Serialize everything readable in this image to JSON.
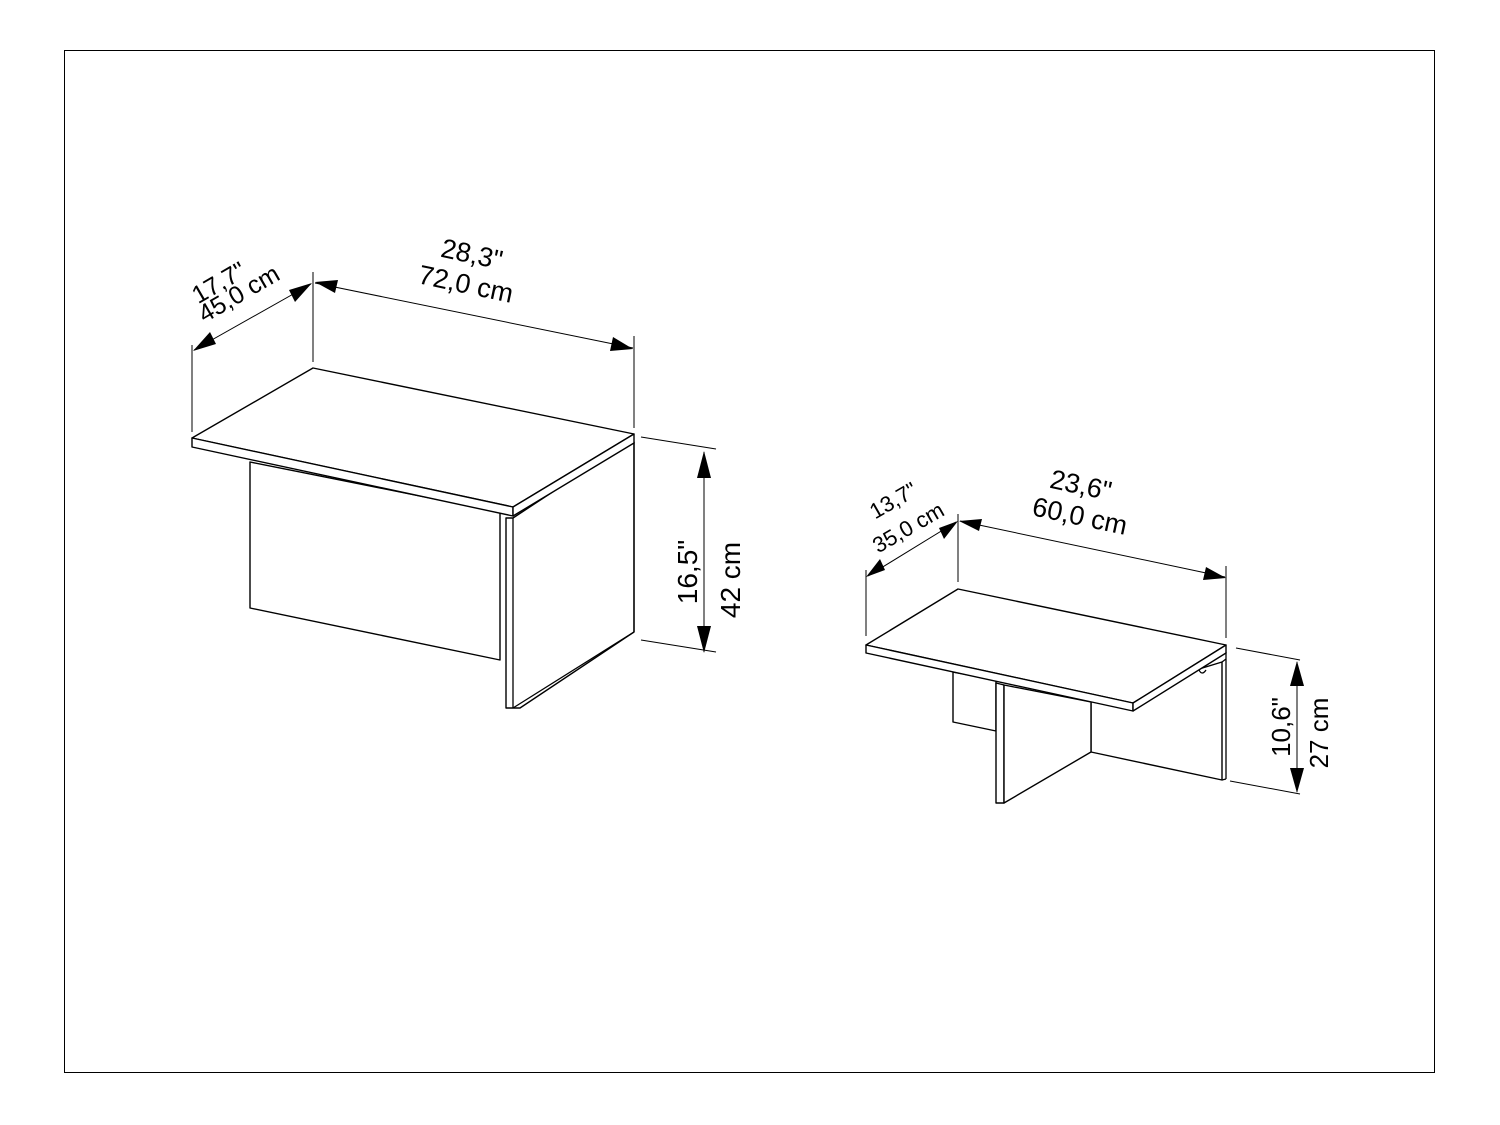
{
  "drawing": {
    "type": "technical dimension drawing",
    "subject": "two coffee tables, isometric view",
    "line_color": "#000000",
    "background": "#ffffff"
  },
  "tables": [
    {
      "name": "large-table",
      "depth": {
        "in": "17,7\"",
        "cm": "45,0 cm"
      },
      "width": {
        "in": "28,3\"",
        "cm": "72,0 cm"
      },
      "height": {
        "in": "16,5\"",
        "cm": "42 cm"
      }
    },
    {
      "name": "small-table",
      "depth": {
        "in": "13,7\"",
        "cm": "35,0 cm"
      },
      "width": {
        "in": "23,6\"",
        "cm": "60,0 cm"
      },
      "height": {
        "in": "10,6\"",
        "cm": "27 cm"
      }
    }
  ]
}
